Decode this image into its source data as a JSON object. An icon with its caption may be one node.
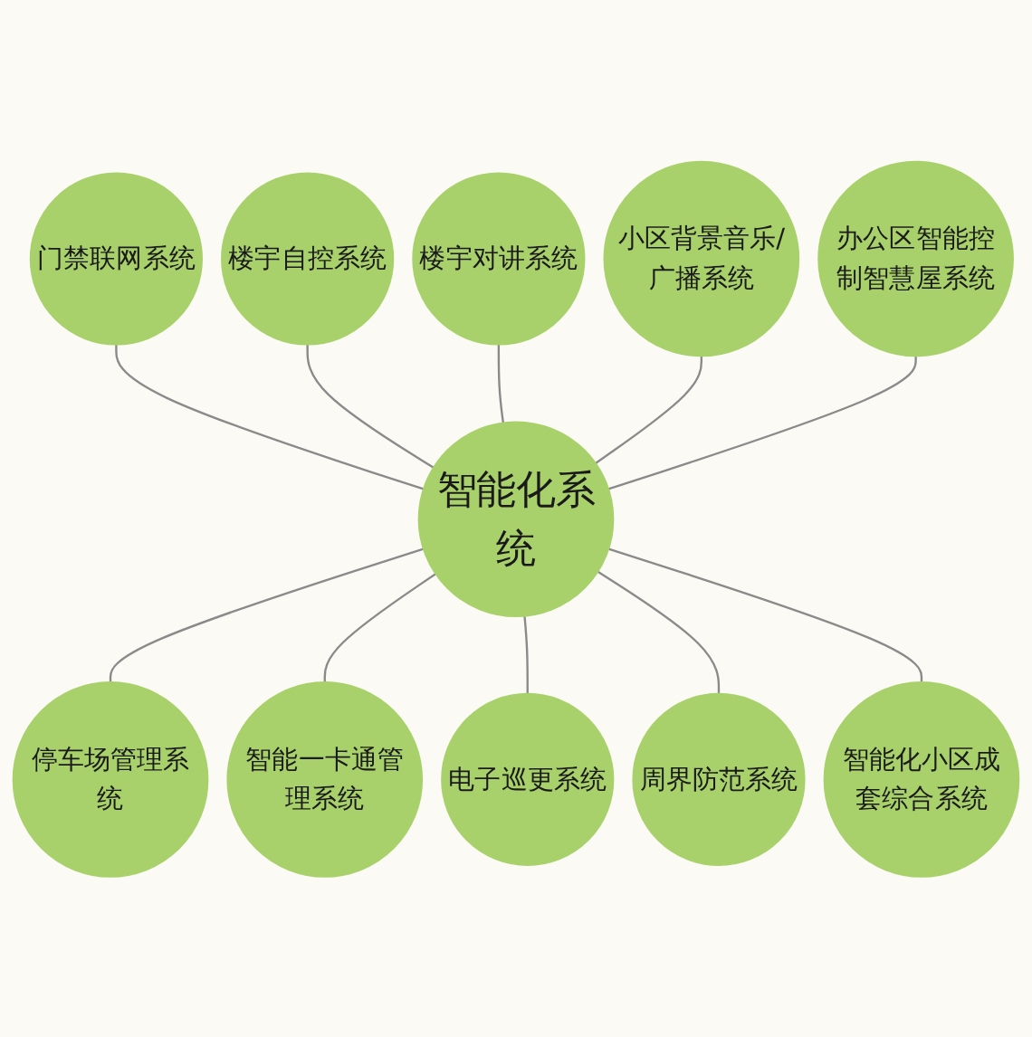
{
  "diagram": {
    "nodes": [
      {
        "text": [
          "智能化系统"
        ]
      },
      {
        "text": [
          "楼宇对讲系统"
        ]
      },
      {
        "text": [
          "小区背景音乐/广播系统"
        ]
      },
      {
        "text": [
          "办公区智能控制智慧屋系统"
        ]
      },
      {
        "text": [
          "智能化小区成套综合系统"
        ]
      },
      {
        "text": [
          "周界防范系统"
        ]
      },
      {
        "text": [
          "电子巡更系统"
        ]
      },
      {
        "text": [
          "智能一卡通管理系统"
        ]
      },
      {
        "text": [
          "停车场管理系统"
        ]
      },
      {
        "text": [
          "门禁联网系统"
        ]
      },
      {
        "text": [
          "楼宇自控系统"
        ]
      }
    ],
    "edges": [
      {
        "from": 9,
        "to": 0,
        "arrow": "none"
      },
      {
        "from": 10,
        "to": 0,
        "arrow": "none"
      },
      {
        "from": 1,
        "to": 0,
        "arrow": "none"
      },
      {
        "from": 2,
        "to": 0,
        "arrow": "none"
      },
      {
        "from": 3,
        "to": 0,
        "arrow": "none"
      },
      {
        "from": 0,
        "to": 8,
        "arrow": "none"
      },
      {
        "from": 0,
        "to": 7,
        "arrow": "none"
      },
      {
        "from": 0,
        "to": 6,
        "arrow": "none"
      },
      {
        "from": 0,
        "to": 5,
        "arrow": "none"
      },
      {
        "from": 0,
        "to": 4,
        "arrow": "none"
      }
    ]
  }
}
